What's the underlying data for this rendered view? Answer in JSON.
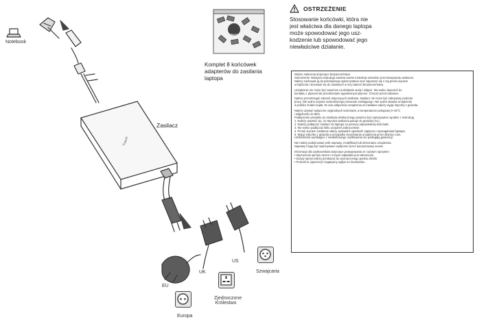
{
  "labels": {
    "notebook": "Notebook",
    "adapter": "Zasilacz",
    "uk": "UK",
    "us": "US",
    "eu": "EU",
    "switzerland": "Szwajcaria",
    "europe": "Europa",
    "uk_socket": [
      "Zjednoczone",
      "Królestwo"
    ],
    "adapter_brand": "Tracer"
  },
  "kit": {
    "text": [
      "Komplet 8 końcówek",
      "adapterów do zasilania",
      "laptopa"
    ],
    "bag_label": "TRACER"
  },
  "warning": {
    "title": "OSTRZEŻENIE",
    "body": [
      "Stosowanie końcówki, która nie",
      "jest właściwa dla danego laptopa",
      "może spowodować jego usz-",
      "kodzenie lub spowodować jego",
      "niewłaściwe działanie."
    ]
  },
  "notice": {
    "paragraphs": [
      [
        "Ważne zalecenia dotyczące bezpieczeństwa",
        "Ostrzeżenie: Niniejsza instrukcja zawiera ważne instrukcje odnośnie przechowywania zasilacza.",
        "Należy zachować ją do późniejszego wykorzystania oraz zapoznać się z nią przed użyciem",
        "urządzenia i stosować się do zawartych w niej zaleceń bezpieczeństwa."
      ],
      [
        "Urządzenie nie może być narażone na działanie wody i wilgoci. Nie wolno dopuścić do",
        "kontaktu z płynami lub przedmiotami wypełnionymi płynem. Chronić przed zalaniem."
      ],
      [
        "Należy przestrzegać zaleceń dotyczących zasilania. Zasilacz nie może być zakrywany podczas",
        "pracy. Nie wolno używać uszkodzonego przewodu zasilającego. Nie wolno stawiać urządzenia",
        "w pobliżu źródeł ciepła. W celu odłączenia urządzenia od zasilania należy wyjąć wtyczkę z gniazda."
      ],
      [
        "Należy używać wyłącznie oryginalnych końcówek, w temperaturze pokojowej 0–35°C",
        "i wilgotności do 85%.",
        "Podłączenie produktu do zasilania elektrycznego powinno być wykonywane zgodnie z instrukcją.",
        "1. Należy upewnić się, że wtyczka zasilacza pasuje do gniazda (AC).",
        "2. Należy podłączyć zasilacz do laptopa za pomocą odpowiedniej końcówki.",
        "3. Nie wolno podłączać kilku urządzeń jednocześnie.",
        "4. Przed użyciem zasilacza należy sprawdzić zgodność napięcia z wymaganiami laptopa.",
        "5. Wyjąć wtyczkę z gniazda w przypadku nieużywania urządzenia przez dłuższy czas.",
        "Uszkodzenia wynikające z niewłaściwego użytkowania nie podlegają gwarancji."
      ],
      [
        "Nie należy podejmować prób naprawy, modyfikacji lub demontażu urządzenia.",
        "Naprawy mogą być wykonywane wyłącznie przez autoryzowany serwis."
      ],
      [
        "Informacje dla użytkowników dotyczące postępowania ze zużytym sprzętem:",
        "• Wyrzucenie sprzętu razem z innymi odpadami jest zabronione.",
        "• Zużyty sprzęt należy przekazać do wyznaczonego punktu zbiórki.",
        "• Pozwoli to ograniczyć negatywny wpływ na środowisko."
      ]
    ]
  },
  "colors": {
    "line": "#333333",
    "socket_fill": "#e8e8e8",
    "plug_fill": "#555555"
  }
}
